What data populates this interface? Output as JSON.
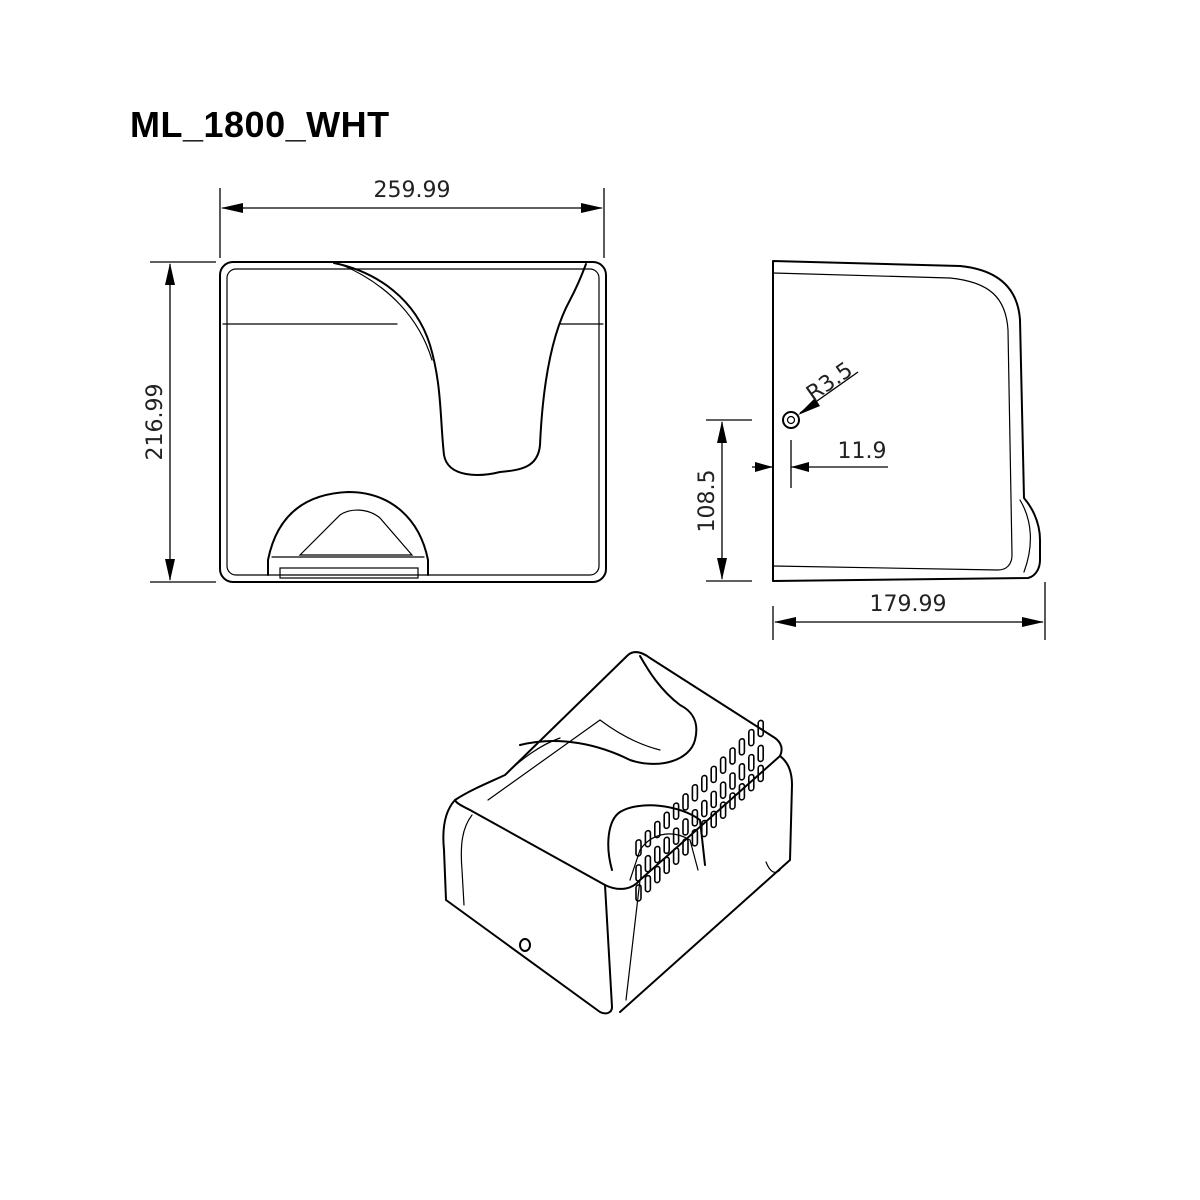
{
  "title": "ML_1800_WHT",
  "dimensions": {
    "front_width": "259.99",
    "front_height": "216.99",
    "side_depth": "179.99",
    "side_hole_height": "108.5",
    "side_hole_offset": "11.9",
    "side_hole_radius": "R3.5"
  }
}
